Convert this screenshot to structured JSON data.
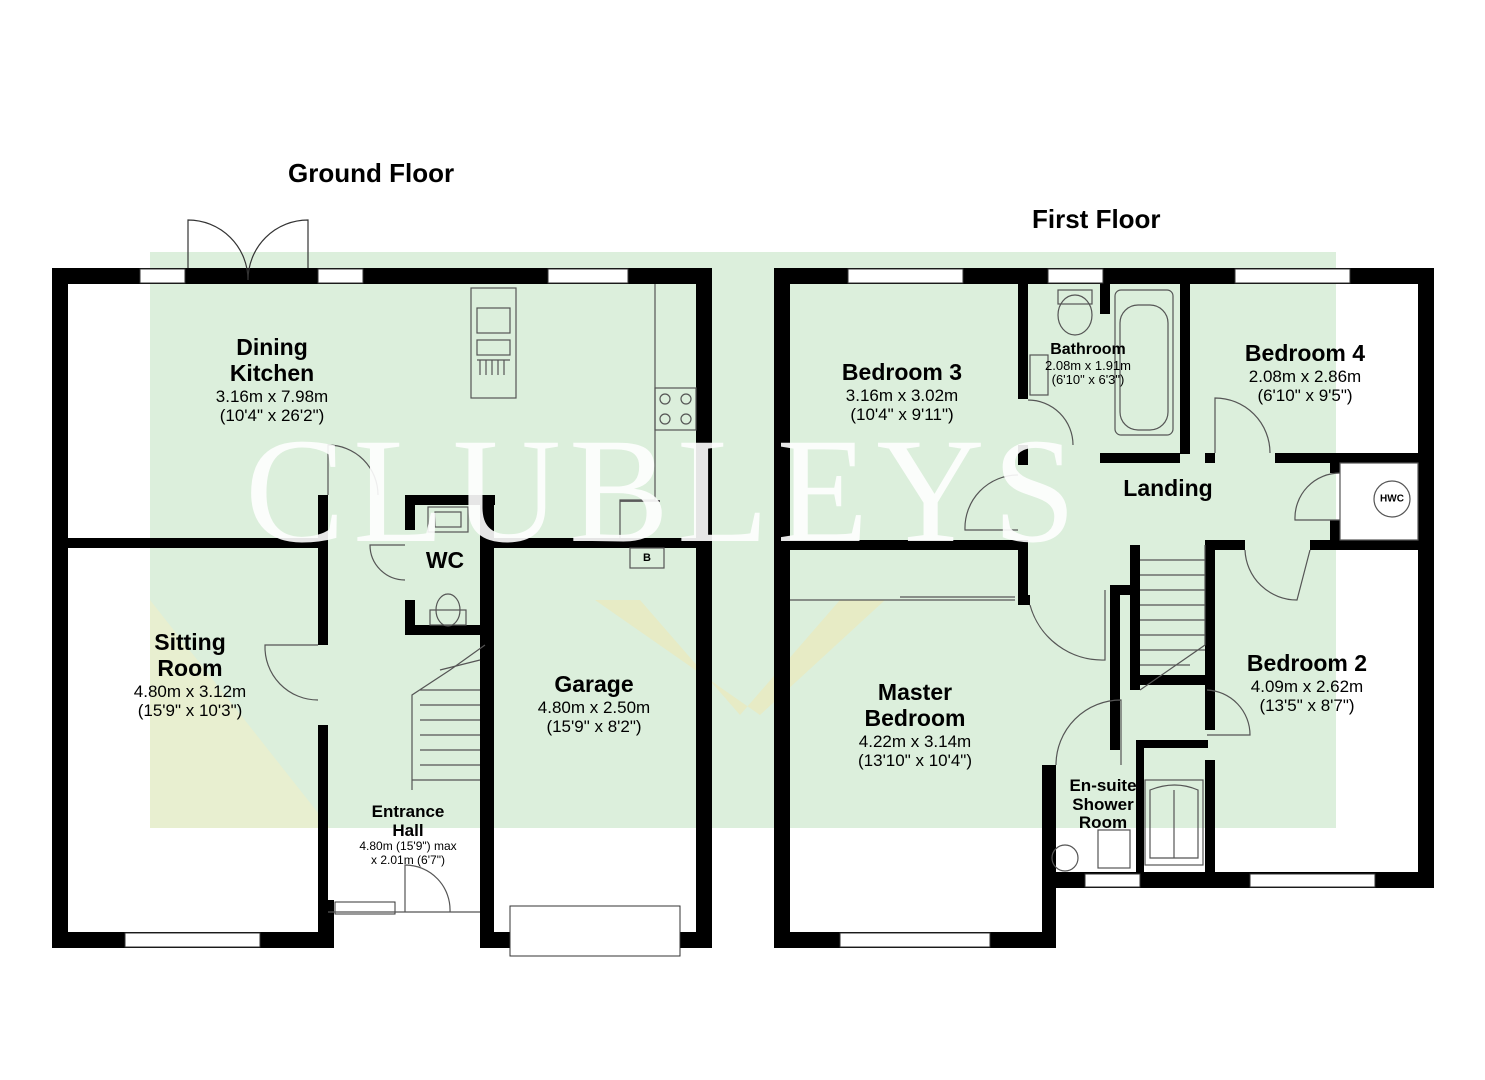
{
  "floors": {
    "ground": {
      "title": "Ground Floor"
    },
    "first": {
      "title": "First Floor"
    }
  },
  "watermark": {
    "text": "CLUBLEYS"
  },
  "rooms": {
    "dining_kitchen": {
      "name": "Dining\nKitchen",
      "metric": "3.16m x 7.98m",
      "imperial": "(10'4\" x 26'2\")"
    },
    "wc": {
      "name": "WC"
    },
    "sitting_room": {
      "name": "Sitting\nRoom",
      "metric": "4.80m x 3.12m",
      "imperial": "(15'9\" x 10'3\")"
    },
    "garage": {
      "name": "Garage",
      "metric": "4.80m x 2.50m",
      "imperial": "(15'9\" x 8'2\")"
    },
    "entrance_hall": {
      "name": "Entrance\nHall",
      "metric": "4.80m (15'9\") max",
      "imperial": "x 2.01m (6'7\")"
    },
    "bedroom3": {
      "name": "Bedroom 3",
      "metric": "3.16m x 3.02m",
      "imperial": "(10'4\" x 9'11\")"
    },
    "bathroom": {
      "name": "Bathroom",
      "metric": "2.08m x 1.91m",
      "imperial": "(6'10\" x 6'3\")"
    },
    "bedroom4": {
      "name": "Bedroom 4",
      "metric": "2.08m x 2.86m",
      "imperial": "(6'10\" x 9'5\")"
    },
    "landing": {
      "name": "Landing"
    },
    "master_bedroom": {
      "name": "Master\nBedroom",
      "metric": "4.22m x 3.14m",
      "imperial": "(13'10\" x 10'4\")"
    },
    "bedroom2": {
      "name": "Bedroom 2",
      "metric": "4.09m x 2.62m",
      "imperial": "(13'5\" x 8'7\")"
    },
    "ensuite": {
      "name": "En-suite\nShower\nRoom"
    }
  },
  "tags": {
    "boiler": "B",
    "hwc": "HWC"
  },
  "colors": {
    "wall": "#000000",
    "overlay": "#dcefdc",
    "window": "#ffffff",
    "fixture_line": "#555555"
  }
}
